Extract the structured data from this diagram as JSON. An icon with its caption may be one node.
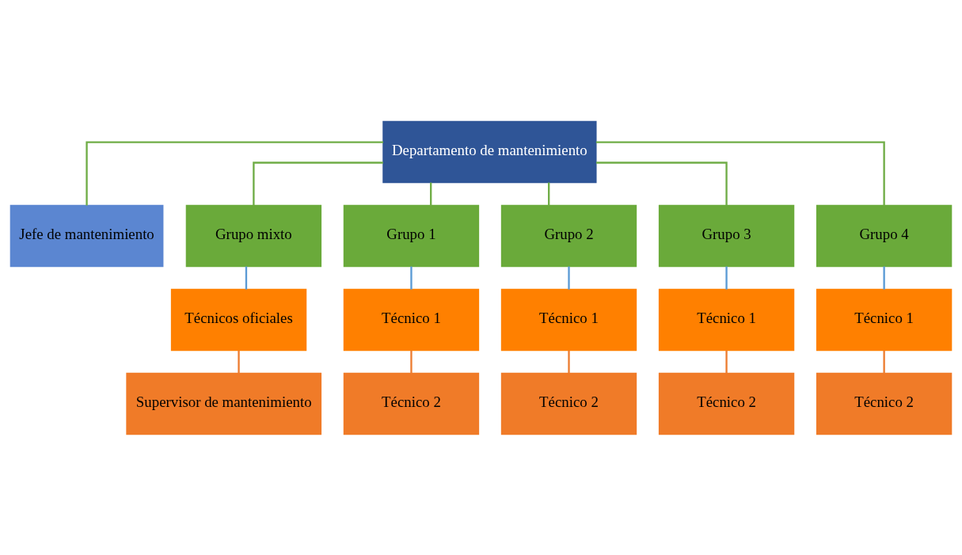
{
  "diagram": {
    "nodes": [
      {
        "text": [
          "Departamento de mantenimiento"
        ]
      },
      {
        "text": [
          "Jefe de mantenimiento"
        ]
      },
      {
        "text": [
          "Grupo mixto"
        ]
      },
      {
        "text": [
          "Grupo 1"
        ]
      },
      {
        "text": [
          "Grupo 2"
        ]
      },
      {
        "text": [
          "Grupo 3"
        ]
      },
      {
        "text": [
          "Grupo 4"
        ]
      },
      {
        "text": [
          "Técnicos oficiales"
        ]
      },
      {
        "text": [
          "Técnico 1"
        ]
      },
      {
        "text": [
          "Técnico 1"
        ]
      },
      {
        "text": [
          "Técnico 1"
        ]
      },
      {
        "text": [
          "Técnico 1"
        ]
      },
      {
        "text": [
          "Supervisor de mantenimiento"
        ]
      },
      {
        "text": [
          "Técnico 2"
        ]
      },
      {
        "text": [
          "Técnico 2"
        ]
      },
      {
        "text": [
          "Técnico 2"
        ]
      },
      {
        "text": [
          "Técnico 2"
        ]
      }
    ],
    "edges": [
      {
        "from": 0,
        "to": 1,
        "arrow": "none",
        "color": "#70ad47"
      },
      {
        "from": 0,
        "to": 2,
        "arrow": "none",
        "color": "#70ad47"
      },
      {
        "from": 0,
        "to": 3,
        "arrow": "none",
        "color": "#70ad47"
      },
      {
        "from": 0,
        "to": 4,
        "arrow": "none",
        "color": "#70ad47"
      },
      {
        "from": 0,
        "to": 5,
        "arrow": "none",
        "color": "#70ad47"
      },
      {
        "from": 0,
        "to": 6,
        "arrow": "none",
        "color": "#70ad47"
      },
      {
        "from": 2,
        "to": 7,
        "arrow": "none",
        "color": "#5b9bd5"
      },
      {
        "from": 3,
        "to": 8,
        "arrow": "none",
        "color": "#5b9bd5"
      },
      {
        "from": 4,
        "to": 9,
        "arrow": "none",
        "color": "#5b9bd5"
      },
      {
        "from": 5,
        "to": 10,
        "arrow": "none",
        "color": "#5b9bd5"
      },
      {
        "from": 6,
        "to": 11,
        "arrow": "none",
        "color": "#5b9bd5"
      },
      {
        "from": 7,
        "to": 12,
        "arrow": "none",
        "color": "#ed7d31"
      },
      {
        "from": 8,
        "to": 13,
        "arrow": "none",
        "color": "#ed7d31"
      },
      {
        "from": 9,
        "to": 14,
        "arrow": "none",
        "color": "#ed7d31"
      },
      {
        "from": 10,
        "to": 15,
        "arrow": "none",
        "color": "#ed7d31"
      },
      {
        "from": 11,
        "to": 16,
        "arrow": "none",
        "color": "#ed7d31"
      }
    ]
  }
}
